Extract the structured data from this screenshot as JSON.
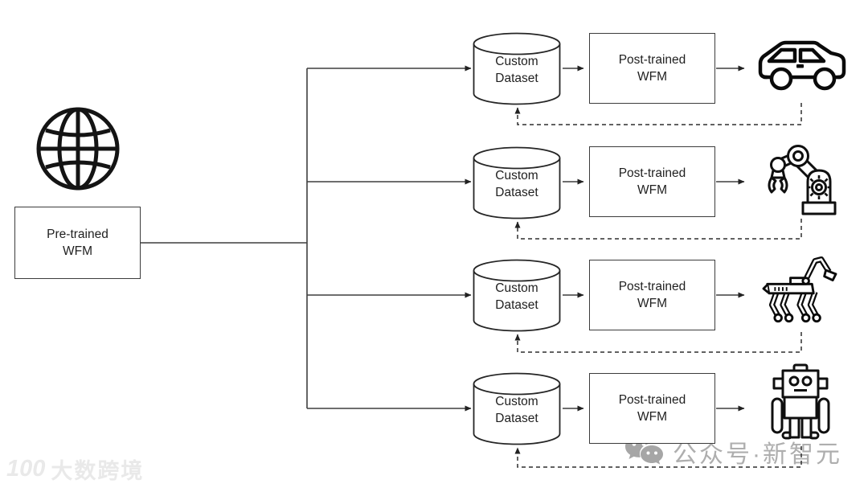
{
  "diagram": {
    "source": {
      "icon": "globe-icon",
      "label": "Pre-trained WFM"
    },
    "rows": [
      {
        "dataset_label": "Custom Dataset",
        "model_label": "Post-trained WFM",
        "target": "car"
      },
      {
        "dataset_label": "Custom Dataset",
        "model_label": "Post-trained WFM",
        "target": "robotic-arm"
      },
      {
        "dataset_label": "Custom Dataset",
        "model_label": "Post-trained WFM",
        "target": "quadruped-robot"
      },
      {
        "dataset_label": "Custom Dataset",
        "model_label": "Post-trained WFM",
        "target": "humanoid-robot"
      }
    ]
  },
  "watermarks": {
    "bottom_left_logo": "100",
    "bottom_left_text": "大数跨境",
    "bottom_right_text": "公众号·新智元"
  },
  "colors": {
    "ink": "#222222",
    "box_border": "#3c3c3c",
    "background": "#ffffff",
    "watermark_gray": "#aeaeae",
    "watermark_light": "#e9e9e9"
  }
}
